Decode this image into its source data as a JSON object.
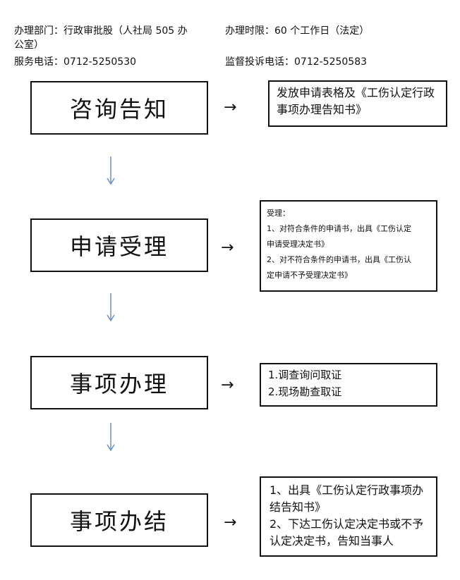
{
  "header": {
    "department_line1": "办理部门：行政审批股（人社局 505 办",
    "department_line2": "公室）",
    "time_limit": "办理时限：60 个工作日（法定）",
    "service_phone": "服务电话：0712-5250530",
    "complaint_phone": "监督投诉电话：0712-5250583"
  },
  "steps": [
    {
      "label": "咨询告知",
      "arrow": "→",
      "note_lines": [
        "发放申请表格及《工伤认定行政",
        "事项办理告知书》"
      ]
    },
    {
      "label": "申请受理",
      "arrow": "→",
      "note_lines": [
        "受理：",
        "1、对符合条件的申请书，出具《工伤认定",
        "申请受理决定书》",
        "2、对不符合条件的申请书，出具《工伤认",
        "定申请不予受理决定书》"
      ]
    },
    {
      "label": "事项办理",
      "arrow": "→",
      "note_lines": [
        "1.调查询问取证",
        "2.现场勘查取证"
      ]
    },
    {
      "label": "事项办结",
      "arrow": "→",
      "note_lines": [
        "1、出具《工伤认定行政事项办",
        "结告知书》",
        "2、下达工伤认定决定书或不予",
        "认定决定书，告知当事人"
      ]
    }
  ],
  "colors": {
    "arrow_down": "#6b8fc9",
    "border": "#111111"
  }
}
